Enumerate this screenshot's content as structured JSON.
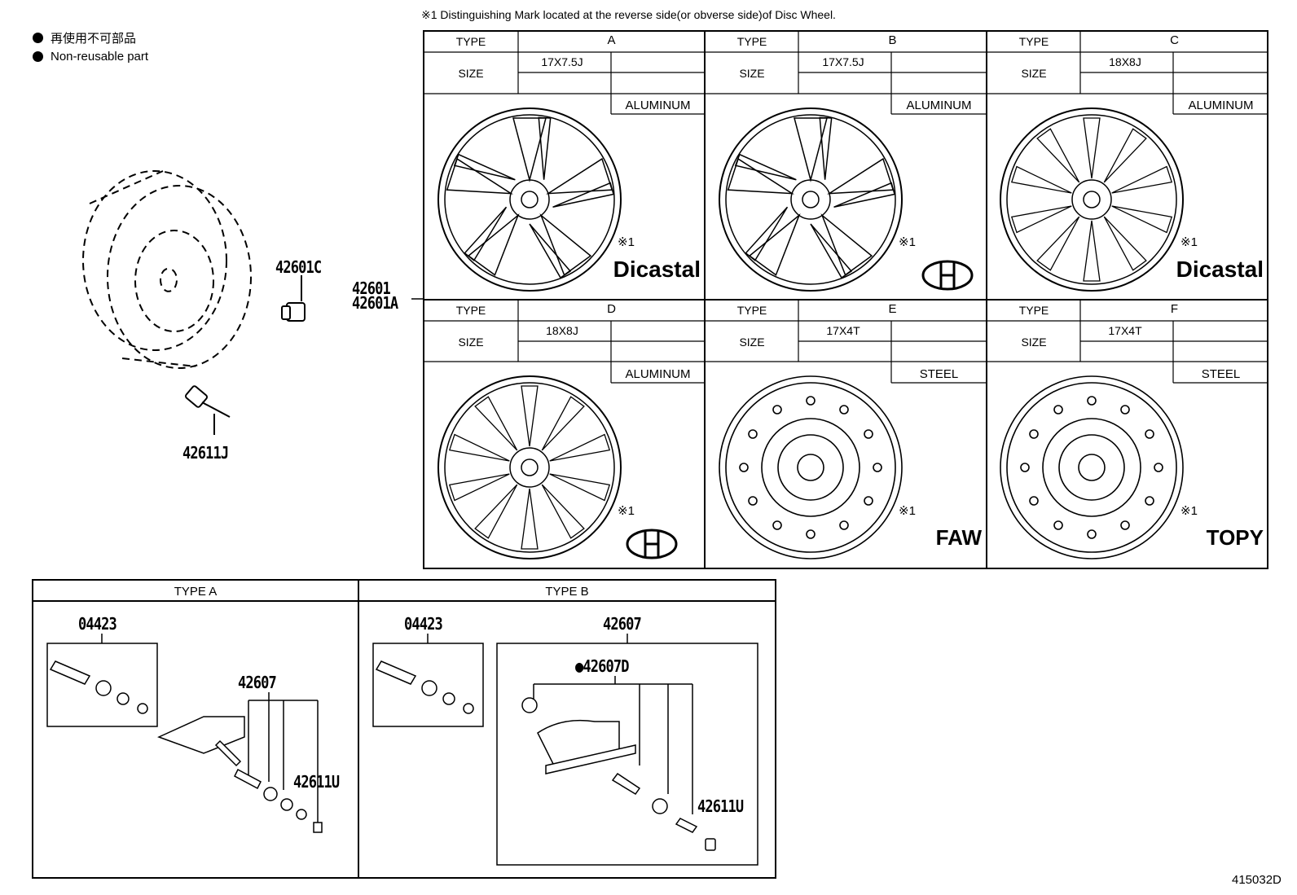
{
  "legend": [
    {
      "text": "再使用不可部品"
    },
    {
      "text": "Non-reusable part"
    }
  ],
  "footnote": "※1 Distinguishing Mark located at the reverse side(or obverse side)of Disc Wheel.",
  "part_numbers": {
    "hub_nut": "42601C",
    "disc_wheel": "42601\n42601A",
    "valve": "42611J"
  },
  "wheel_table": {
    "type_label": "TYPE",
    "size_label": "SIZE",
    "mark_label": "※1",
    "wheels": [
      {
        "type": "A",
        "size": "17X7.5J",
        "material": "ALUMINUM",
        "brand": "Dicastal"
      },
      {
        "type": "B",
        "size": "17X7.5J",
        "material": "ALUMINUM",
        "brand": "H-logo"
      },
      {
        "type": "C",
        "size": "18X8J",
        "material": "ALUMINUM",
        "brand": "Dicastal"
      },
      {
        "type": "D",
        "size": "18X8J",
        "material": "ALUMINUM",
        "brand": "H-logo"
      },
      {
        "type": "E",
        "size": "17X4T",
        "material": "STEEL",
        "brand": "FAW"
      },
      {
        "type": "F",
        "size": "17X4T",
        "material": "STEEL",
        "brand": "TOPY"
      }
    ]
  },
  "sensor_panels": [
    {
      "title": "TYPE A",
      "kit": "04423",
      "sensor": "42607",
      "cap": "42611U"
    },
    {
      "title": "TYPE B",
      "kit": "04423",
      "sensor": "42607",
      "sub": "●42607D",
      "cap": "42611U"
    }
  ],
  "drawing_id": "415032D"
}
